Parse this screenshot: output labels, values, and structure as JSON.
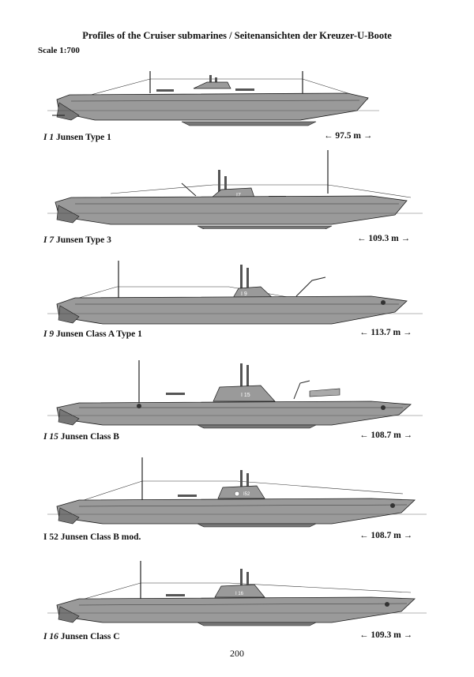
{
  "page_title": "Profiles of the Cruiser submarines / Seitenansichten der Kreuzer-U-Boote",
  "scale_text": "Scale 1:700",
  "colors": {
    "hull": "#9a9a9a",
    "hull_dark": "#707070",
    "outline": "#1a1a1a"
  },
  "profiles": [
    {
      "number": "I 1",
      "name": "Junsen Type 1",
      "length": "← 97.5 m →",
      "number_italic": true
    },
    {
      "number": "I 7",
      "name": "Junsen Type 3",
      "length": "← 109.3 m →",
      "number_italic": true,
      "tower_mark": "I7"
    },
    {
      "number": "I 9",
      "name": "Junsen Class A Type 1",
      "length": "← 113.7 m →",
      "number_italic": true,
      "tower_mark": "I 9"
    },
    {
      "number": "I 15",
      "name": "Junsen Class B",
      "length": "← 108.7 m →",
      "number_italic": true,
      "tower_mark": "I 15"
    },
    {
      "number": "I 52",
      "name": "Junsen Class B mod.",
      "length": "← 108.7 m →",
      "number_italic": false,
      "tower_mark": "I52"
    },
    {
      "number": "I 16",
      "name": "Junsen Class C",
      "length": "← 109.3 m →",
      "number_italic": true,
      "tower_mark": "I 16"
    }
  ],
  "page_number": "200"
}
